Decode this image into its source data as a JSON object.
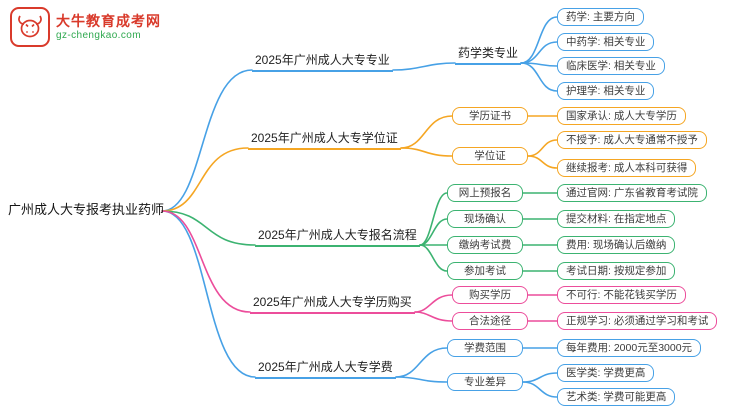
{
  "logo": {
    "title": "大牛教育成考网",
    "subtitle": "gz-chengkao.com"
  },
  "root": {
    "label": "广州成人大专报考执业药师"
  },
  "colors": {
    "blue": "#47a1e6",
    "orange": "#f5a623",
    "green": "#3cb371",
    "pink": "#ec4d9b"
  },
  "branches": [
    {
      "label": "2025年广州成人大专专业",
      "children": [
        {
          "label": "药学类专业",
          "children": [
            {
              "label": "药学: 主要方向"
            },
            {
              "label": "中药学: 相关专业"
            },
            {
              "label": "临床医学: 相关专业"
            },
            {
              "label": "护理学: 相关专业"
            }
          ]
        }
      ]
    },
    {
      "label": "2025年广州成人大专学位证",
      "children": [
        {
          "label": "学历证书",
          "children": [
            {
              "label": "国家承认: 成人大专学历"
            }
          ]
        },
        {
          "label": "学位证",
          "children": [
            {
              "label": "不授予: 成人大专通常不授予"
            },
            {
              "label": "继续报考: 成人本科可获得"
            }
          ]
        }
      ]
    },
    {
      "label": "2025年广州成人大专报名流程",
      "children": [
        {
          "label": "网上预报名",
          "children": [
            {
              "label": "通过官网: 广东省教育考试院"
            }
          ]
        },
        {
          "label": "现场确认",
          "children": [
            {
              "label": "提交材料: 在指定地点"
            }
          ]
        },
        {
          "label": "缴纳考试费",
          "children": [
            {
              "label": "费用: 现场确认后缴纳"
            }
          ]
        },
        {
          "label": "参加考试",
          "children": [
            {
              "label": "考试日期: 按规定参加"
            }
          ]
        }
      ]
    },
    {
      "label": "2025年广州成人大专学历购买",
      "children": [
        {
          "label": "购买学历",
          "children": [
            {
              "label": "不可行: 不能花钱买学历"
            }
          ]
        },
        {
          "label": "合法途径",
          "children": [
            {
              "label": "正规学习: 必须通过学习和考试"
            }
          ]
        }
      ]
    },
    {
      "label": "2025年广州成人大专学费",
      "children": [
        {
          "label": "学费范围",
          "children": [
            {
              "label": "每年费用: 2000元至3000元"
            }
          ]
        },
        {
          "label": "专业差异",
          "children": [
            {
              "label": "医学类: 学费更高"
            },
            {
              "label": "艺术类: 学费可能更高"
            }
          ]
        }
      ]
    }
  ]
}
